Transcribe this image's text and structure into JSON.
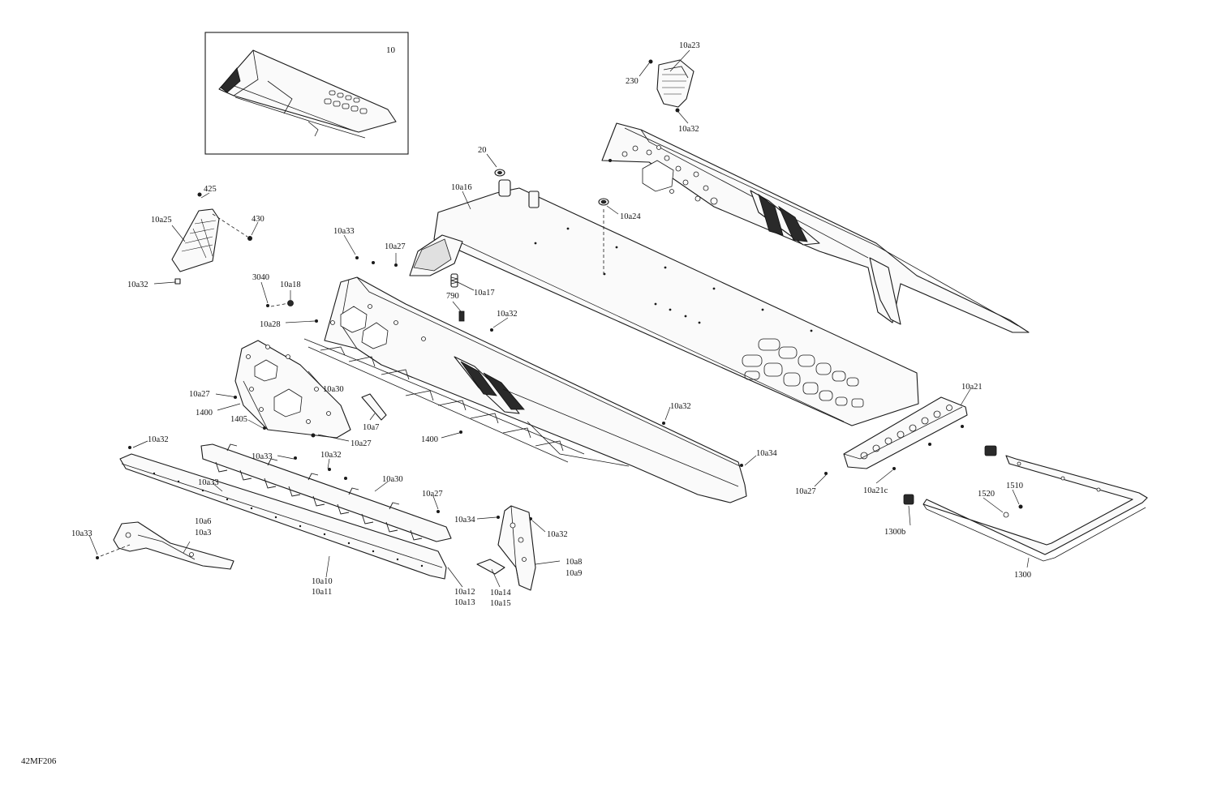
{
  "diagram": {
    "drawing_code": "42MF206",
    "inset": {
      "label": "10"
    },
    "callouts": [
      {
        "id": "c-10a23",
        "text": "10a23"
      },
      {
        "id": "c-230",
        "text": "230"
      },
      {
        "id": "c-10a32-a",
        "text": "10a32"
      },
      {
        "id": "c-20",
        "text": "20"
      },
      {
        "id": "c-10a16",
        "text": "10a16"
      },
      {
        "id": "c-10a24",
        "text": "10a24"
      },
      {
        "id": "c-425",
        "text": "425"
      },
      {
        "id": "c-10a25",
        "text": "10a25"
      },
      {
        "id": "c-430",
        "text": "430"
      },
      {
        "id": "c-10a32-b",
        "text": "10a32"
      },
      {
        "id": "c-10a33-a",
        "text": "10a33"
      },
      {
        "id": "c-10a27-a",
        "text": "10a27"
      },
      {
        "id": "c-10a17",
        "text": "10a17"
      },
      {
        "id": "c-3040",
        "text": "3040"
      },
      {
        "id": "c-10a18",
        "text": "10a18"
      },
      {
        "id": "c-790",
        "text": "790"
      },
      {
        "id": "c-10a32-c",
        "text": "10a32"
      },
      {
        "id": "c-10a28",
        "text": "10a28"
      },
      {
        "id": "c-10a30-a",
        "text": "10a30"
      },
      {
        "id": "c-10a27-b",
        "text": "10a27"
      },
      {
        "id": "c-1400-a",
        "text": "1400"
      },
      {
        "id": "c-1405",
        "text": "1405"
      },
      {
        "id": "c-10a27-c",
        "text": "10a27"
      },
      {
        "id": "c-10a7",
        "text": "10a7"
      },
      {
        "id": "c-1400-b",
        "text": "1400"
      },
      {
        "id": "c-10a32-d",
        "text": "10a32"
      },
      {
        "id": "c-10a21",
        "text": "10a21"
      },
      {
        "id": "c-10a32-e",
        "text": "10a32"
      },
      {
        "id": "c-10a33-b",
        "text": "10a33"
      },
      {
        "id": "c-10a32-f",
        "text": "10a32"
      },
      {
        "id": "c-10a34-a",
        "text": "10a34"
      },
      {
        "id": "c-10a33-c",
        "text": "10a33"
      },
      {
        "id": "c-10a30-b",
        "text": "10a30"
      },
      {
        "id": "c-10a27-d",
        "text": "10a27"
      },
      {
        "id": "c-10a27-e",
        "text": "10a27"
      },
      {
        "id": "c-10a21c",
        "text": "10a21c"
      },
      {
        "id": "c-1520",
        "text": "1520"
      },
      {
        "id": "c-1510",
        "text": "1510"
      },
      {
        "id": "c-1300b",
        "text": "1300b"
      },
      {
        "id": "c-10a34-b",
        "text": "10a34"
      },
      {
        "id": "c-10a32-g",
        "text": "10a32"
      },
      {
        "id": "c-10a6",
        "text": "10a6"
      },
      {
        "id": "c-10a3",
        "text": "10a3"
      },
      {
        "id": "c-10a33-d",
        "text": "10a33"
      },
      {
        "id": "c-10a8",
        "text": "10a8"
      },
      {
        "id": "c-10a9",
        "text": "10a9"
      },
      {
        "id": "c-10a10",
        "text": "10a10"
      },
      {
        "id": "c-10a11",
        "text": "10a11"
      },
      {
        "id": "c-10a12",
        "text": "10a12"
      },
      {
        "id": "c-10a13",
        "text": "10a13"
      },
      {
        "id": "c-10a14",
        "text": "10a14"
      },
      {
        "id": "c-10a15",
        "text": "10a15"
      },
      {
        "id": "c-1300",
        "text": "1300"
      }
    ]
  }
}
